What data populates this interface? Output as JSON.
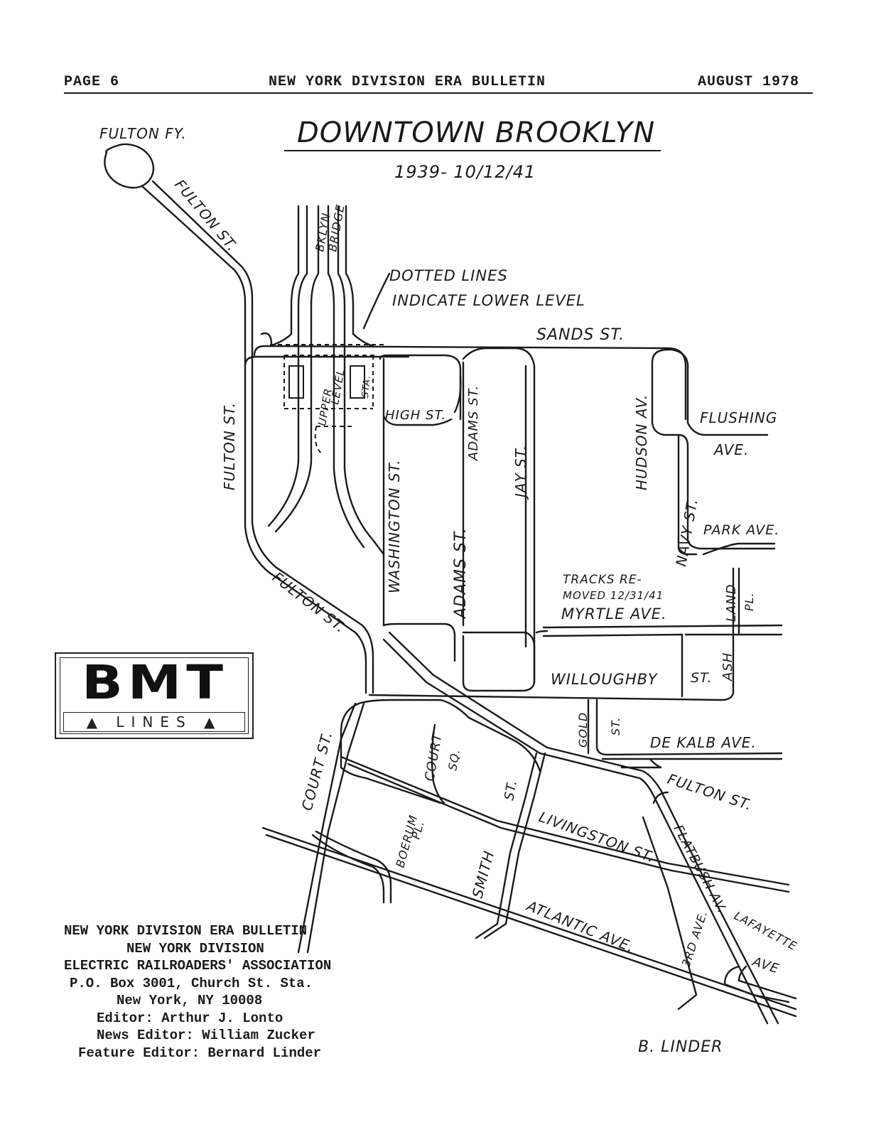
{
  "header": {
    "page": "PAGE 6",
    "publication": "NEW YORK DIVISION ERA BULLETIN",
    "date": "AUGUST 1978"
  },
  "map": {
    "title": "DOWNTOWN BROOKLYN",
    "dates": "1939- 10/12/41",
    "note_line1": "DOTTED LINES",
    "note_line2": "INDICATE LOWER LEVEL",
    "tracks_note_line1": "TRACKS RE-",
    "tracks_note_line2": "MOVED 12/31/41",
    "labels": {
      "fulton_ferry": "FULTON FY.",
      "fulton_st_1": "FULTON ST.",
      "fulton_st_2": "FULTON ST.",
      "fulton_st_3": "FULTON ST.",
      "fulton_st_4": "FULTON ST.",
      "bklyn_bridge_1": "BKLYN",
      "bridge_2": "BRIDGE",
      "upper_level_1": "UPPER",
      "upper_level_2": "LEVEL",
      "sta": "STA.",
      "sands_st": "SANDS ST.",
      "high_st": "HIGH ST.",
      "adams_st_upper": "ADAMS ST.",
      "adams_st_lower": "ADAMS ST.",
      "jay_st": "JAY ST.",
      "hudson_av": "HUDSON AV.",
      "flushing_1": "FLUSHING",
      "flushing_2": "AVE.",
      "navy_st": "NAVY ST.",
      "park_ave": "PARK AVE.",
      "washington_st": "WASHINGTON ST.",
      "ashland_1": "LAND",
      "ashland_2": "PL.",
      "ashland_3": "ASH",
      "myrtle_ave": "MYRTLE AVE.",
      "willoughby_st": "WILLOUGHBY",
      "willoughby_st2": "ST.",
      "gold_st_1": "GOLD",
      "gold_st_2": "ST.",
      "dekalb_ave": "DE KALB AVE.",
      "court_st": "COURT ST.",
      "court_sq_1": "COURT",
      "court_sq_2": "SQ.",
      "smith_st_1": "ST.",
      "smith_st_2": "SMITH",
      "boerum_pl_1": "BOERUM",
      "boerum_pl_2": "PL.",
      "livingston_st": "LIVINGSTON ST.",
      "flatbush_av": "FLATBUSH AV.",
      "lafayette_1": "LAFAYETTE",
      "lafayette_2": "AVE",
      "third_ave": "3RD AVE.",
      "atlantic_ave": "ATLANTIC AVE."
    },
    "signature": "B. LINDER"
  },
  "logo": {
    "word": "BMT",
    "sub": "▲ LINES ▲"
  },
  "footer": {
    "line1": "NEW YORK DIVISION ERA BULLETIN",
    "line2": "NEW YORK DIVISION",
    "line3": "ELECTRIC RAILROADERS' ASSOCIATION",
    "line4": "P.O. Box 3001, Church St. Sta.",
    "line5": "New York, NY  10008",
    "line6": "Editor: Arthur J. Lonto",
    "line7": "News Editor: William Zucker",
    "line8": "Feature Editor: Bernard Linder"
  }
}
